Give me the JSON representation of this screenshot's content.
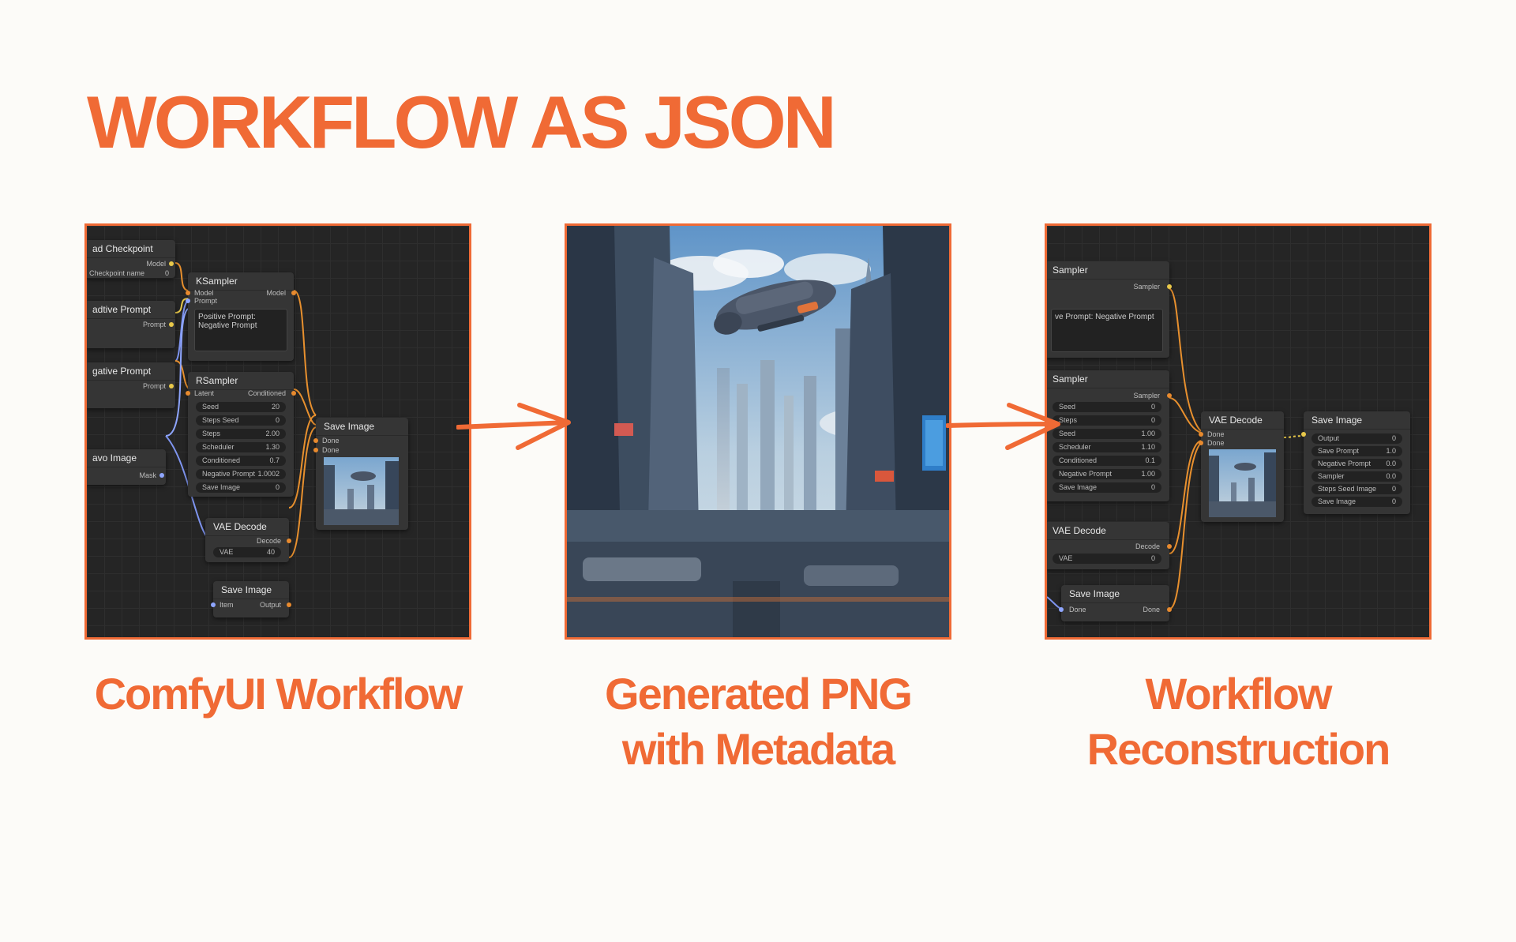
{
  "title": "WORKFLOW AS JSON",
  "panels": {
    "left": {
      "caption": "ComfyUI Workflow",
      "nodes": {
        "checkpoint": {
          "title": "ad Checkpoint",
          "out": "Model",
          "widget": "Checkpoint name",
          "value": "0"
        },
        "positive": {
          "title": "adtive Prompt",
          "out": "Prompt"
        },
        "negative": {
          "title": "gative Prompt",
          "out": "Prompt"
        },
        "ksampler": {
          "title": "KSampler",
          "in1": "Model",
          "in2": "Prompt",
          "out": "Model",
          "text": "Positive Prompt: Negative Prompt"
        },
        "rsampler": {
          "title": "RSampler",
          "in": "Latent",
          "out": "Conditioned",
          "widgets": [
            {
              "label": "Seed",
              "value": "20"
            },
            {
              "label": "Steps Seed",
              "value": "0"
            },
            {
              "label": "Steps",
              "value": "2.00"
            },
            {
              "label": "Scheduler",
              "value": "1.30"
            },
            {
              "label": "Conditioned",
              "value": "0.7"
            },
            {
              "label": "Negative Prompt",
              "value": "1.0002"
            },
            {
              "label": "Save Image",
              "value": "0"
            }
          ]
        },
        "load_image": {
          "title": "avo Image",
          "out": "Mask"
        },
        "vae": {
          "title": "VAE Decode",
          "out": "Decode",
          "widget": "VAE",
          "value": "40"
        },
        "save_right": {
          "title": "Save Image",
          "in1": "Done",
          "in2": "Done"
        },
        "save_bottom": {
          "title": "Save Image",
          "in": "Item",
          "out": "Output"
        }
      }
    },
    "middle": {
      "caption_line1": "Generated PNG",
      "caption_line2": "with Metadata"
    },
    "right": {
      "caption_line1": "Workflow",
      "caption_line2": "Reconstruction",
      "nodes": {
        "top": {
          "title": "Sampler",
          "out": "Sampler",
          "text": "ve Prompt: Negative Prompt"
        },
        "mid": {
          "title": "Sampler",
          "out": "Sampler",
          "widgets": [
            {
              "label": "Seed",
              "value": "0"
            },
            {
              "label": "Steps",
              "value": "0"
            },
            {
              "label": "Seed",
              "value": "1.00"
            },
            {
              "label": "Scheduler",
              "value": "1.10"
            },
            {
              "label": "Conditioned",
              "value": "0.1"
            },
            {
              "label": "Negative Prompt",
              "value": "1.00"
            },
            {
              "label": "Save Image",
              "value": "0"
            }
          ]
        },
        "vae_a": {
          "title": "VAE Decode",
          "in1": "Done",
          "in2": "Done"
        },
        "save": {
          "title": "Save Image",
          "widgets": [
            {
              "label": "Output",
              "value": "0"
            },
            {
              "label": "Save Prompt",
              "value": "1.0"
            },
            {
              "label": "Negative Prompt",
              "value": "0.0"
            },
            {
              "label": "Sampler",
              "value": "0.0"
            },
            {
              "label": "Steps Seed Image",
              "value": "0"
            },
            {
              "label": "Save Image",
              "value": "0"
            }
          ]
        },
        "vae_b": {
          "title": "VAE Decode",
          "out": "Decode",
          "widget": "VAE",
          "value": "0"
        },
        "save_bottom": {
          "title": "Save Image",
          "in": "Done",
          "out": "Done"
        }
      }
    }
  },
  "colors": {
    "accent": "#f06a35",
    "canvas": "#252525",
    "node": "#353535",
    "wire_orange": "#e8902e",
    "wire_blue": "#7f95f0"
  }
}
